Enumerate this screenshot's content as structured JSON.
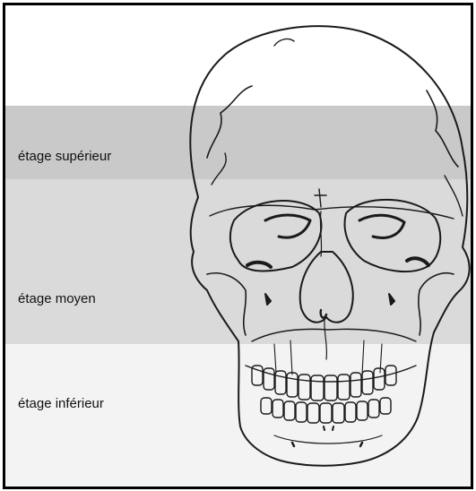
{
  "zones": [
    {
      "key": "superieur",
      "label": "étage supérieur",
      "color": "#c9c9c9"
    },
    {
      "key": "moyen",
      "label": "étage moyen",
      "color": "#dadada"
    },
    {
      "key": "inferieur",
      "label": "étage inférieur",
      "color": "#f3f3f3"
    }
  ]
}
